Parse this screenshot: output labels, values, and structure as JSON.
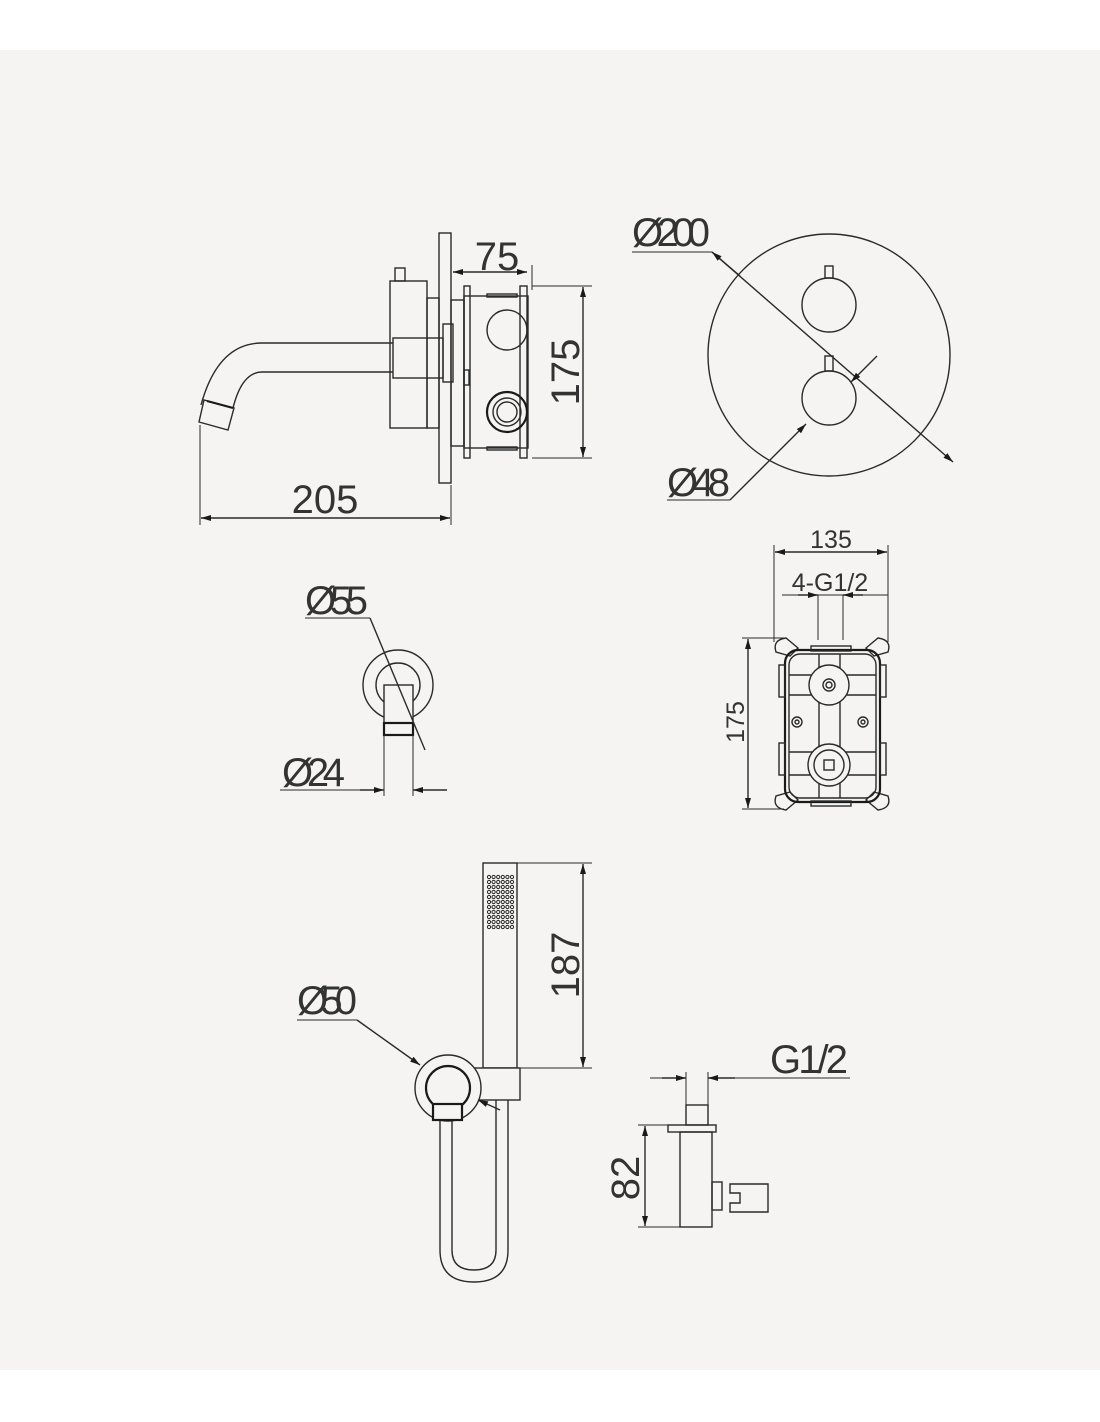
{
  "dimensions": {
    "spout_side": {
      "depth": "75",
      "height": "175",
      "projection": "205"
    },
    "cover_plate": {
      "plate_diameter": "Ø200",
      "handle_diameter": "Ø48"
    },
    "spout_front": {
      "rosette_diameter": "Ø55",
      "spout_diameter": "Ø24"
    },
    "valve_box": {
      "width": "135",
      "inlets": "4-G1/2",
      "height": "175"
    },
    "hand_shower": {
      "length": "187",
      "outlet_diameter": "Ø50"
    },
    "wall_outlet": {
      "thread": "G1/2",
      "height": "82"
    }
  }
}
